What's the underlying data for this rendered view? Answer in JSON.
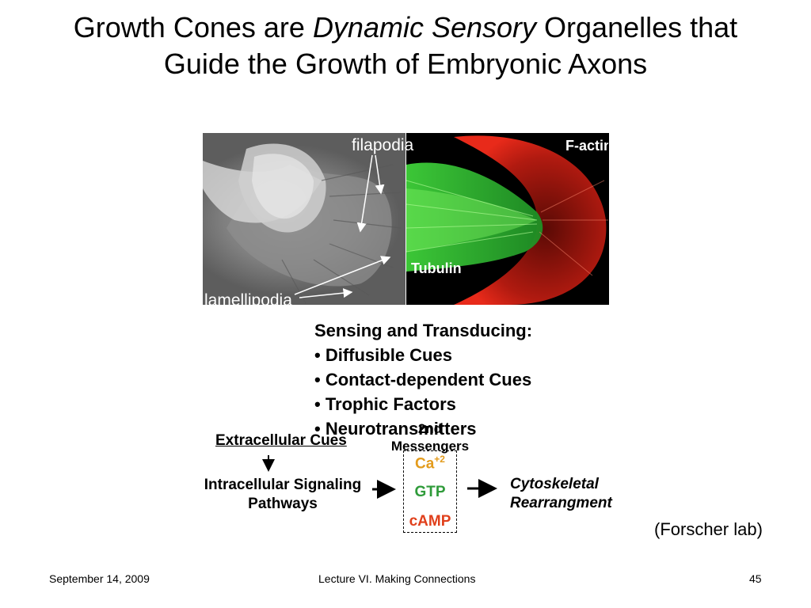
{
  "title": {
    "part1": "Growth Cones are ",
    "emphasis": "Dynamic Sensory",
    "part2": " Organelles that",
    "line2": "Guide the Growth of Embryonic Axons"
  },
  "figure": {
    "label_filapodia": "filapodia",
    "label_lamellipodia": "lamellipodia",
    "label_factin": "F-actin",
    "label_tubulin": "Tubulin"
  },
  "sensing": {
    "heading": "Sensing and Transducing:",
    "bullet": "•",
    "items": [
      "Diffusible Cues",
      "Contact-dependent Cues",
      "Trophic Factors",
      "Neurotransmitters"
    ]
  },
  "diagram": {
    "extracellular": "Extracellular Cues",
    "intracellular_line1": "Intracellular Signaling",
    "intracellular_line2": "Pathways",
    "second_messengers_line1": "2nd",
    "second_messengers_line2": "Messengers",
    "ca": "Ca",
    "ca_charge": "+2",
    "gtp": "GTP",
    "camp": "cAMP",
    "cyto_line1": "Cytoskeletal",
    "cyto_line2": "Rearrangment",
    "colors": {
      "ca": "#e39b1c",
      "gtp": "#2f9b3a",
      "camp": "#e0401c"
    }
  },
  "credit": "(Forscher lab)",
  "footer": {
    "date": "September 14, 2009",
    "lecture": "Lecture VI. Making Connections",
    "page": "45"
  }
}
